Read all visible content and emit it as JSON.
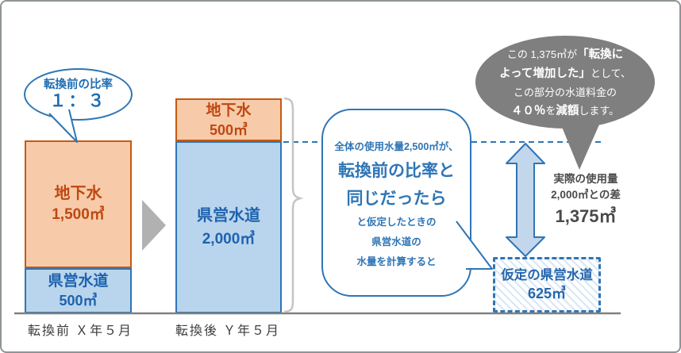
{
  "bars": {
    "before": {
      "axis_label": "転換前 Ｘ年５月",
      "groundwater": {
        "name": "地下水",
        "value": "1,500㎥"
      },
      "prefectural": {
        "name": "県営水道",
        "value": "500㎥"
      }
    },
    "after": {
      "axis_label": "転換後 Ｙ年５月",
      "groundwater": {
        "name": "地下水",
        "value": "500㎥"
      },
      "prefectural": {
        "name": "県営水道",
        "value": "2,000㎥"
      }
    }
  },
  "ratio_bubble": {
    "line1": "転換前の比率",
    "line2": "１：３"
  },
  "calc_bubble": {
    "lines": [
      "全体の使用水量2,500㎥が、",
      "転換前の比率と",
      "同じだったら",
      "と仮定したときの",
      "県営水道の",
      "水量を計算すると"
    ]
  },
  "discount_bubble": {
    "l1_normal": "この 1,375㎥が",
    "l1_bold": "「転換に",
    "l2_bold": "よって増加した」",
    "l2_normal": "として、",
    "l3": "この部分の水道料金の",
    "l4_bold1": "４０％",
    "l4_normal1": "を",
    "l4_bold2": "減額",
    "l4_normal2": "します。"
  },
  "difference": {
    "line1": "実際の使用量",
    "line2": "2,000㎥との差",
    "value": "1,375㎥"
  },
  "hypothetical_box": {
    "title": "仮定の県営水道",
    "value": "625㎥"
  },
  "colors": {
    "accent_blue": "#2e75b6",
    "blue_fill": "#b9d5ed",
    "blue_text": "#1e62ae",
    "orange_border": "#c55a11",
    "orange_fill": "#f7cba9",
    "orange_text": "#bf4712",
    "gray_bubble": "#7f7f7f",
    "arrow_gray": "#b1b1b1",
    "baseline_gray": "#808080"
  }
}
